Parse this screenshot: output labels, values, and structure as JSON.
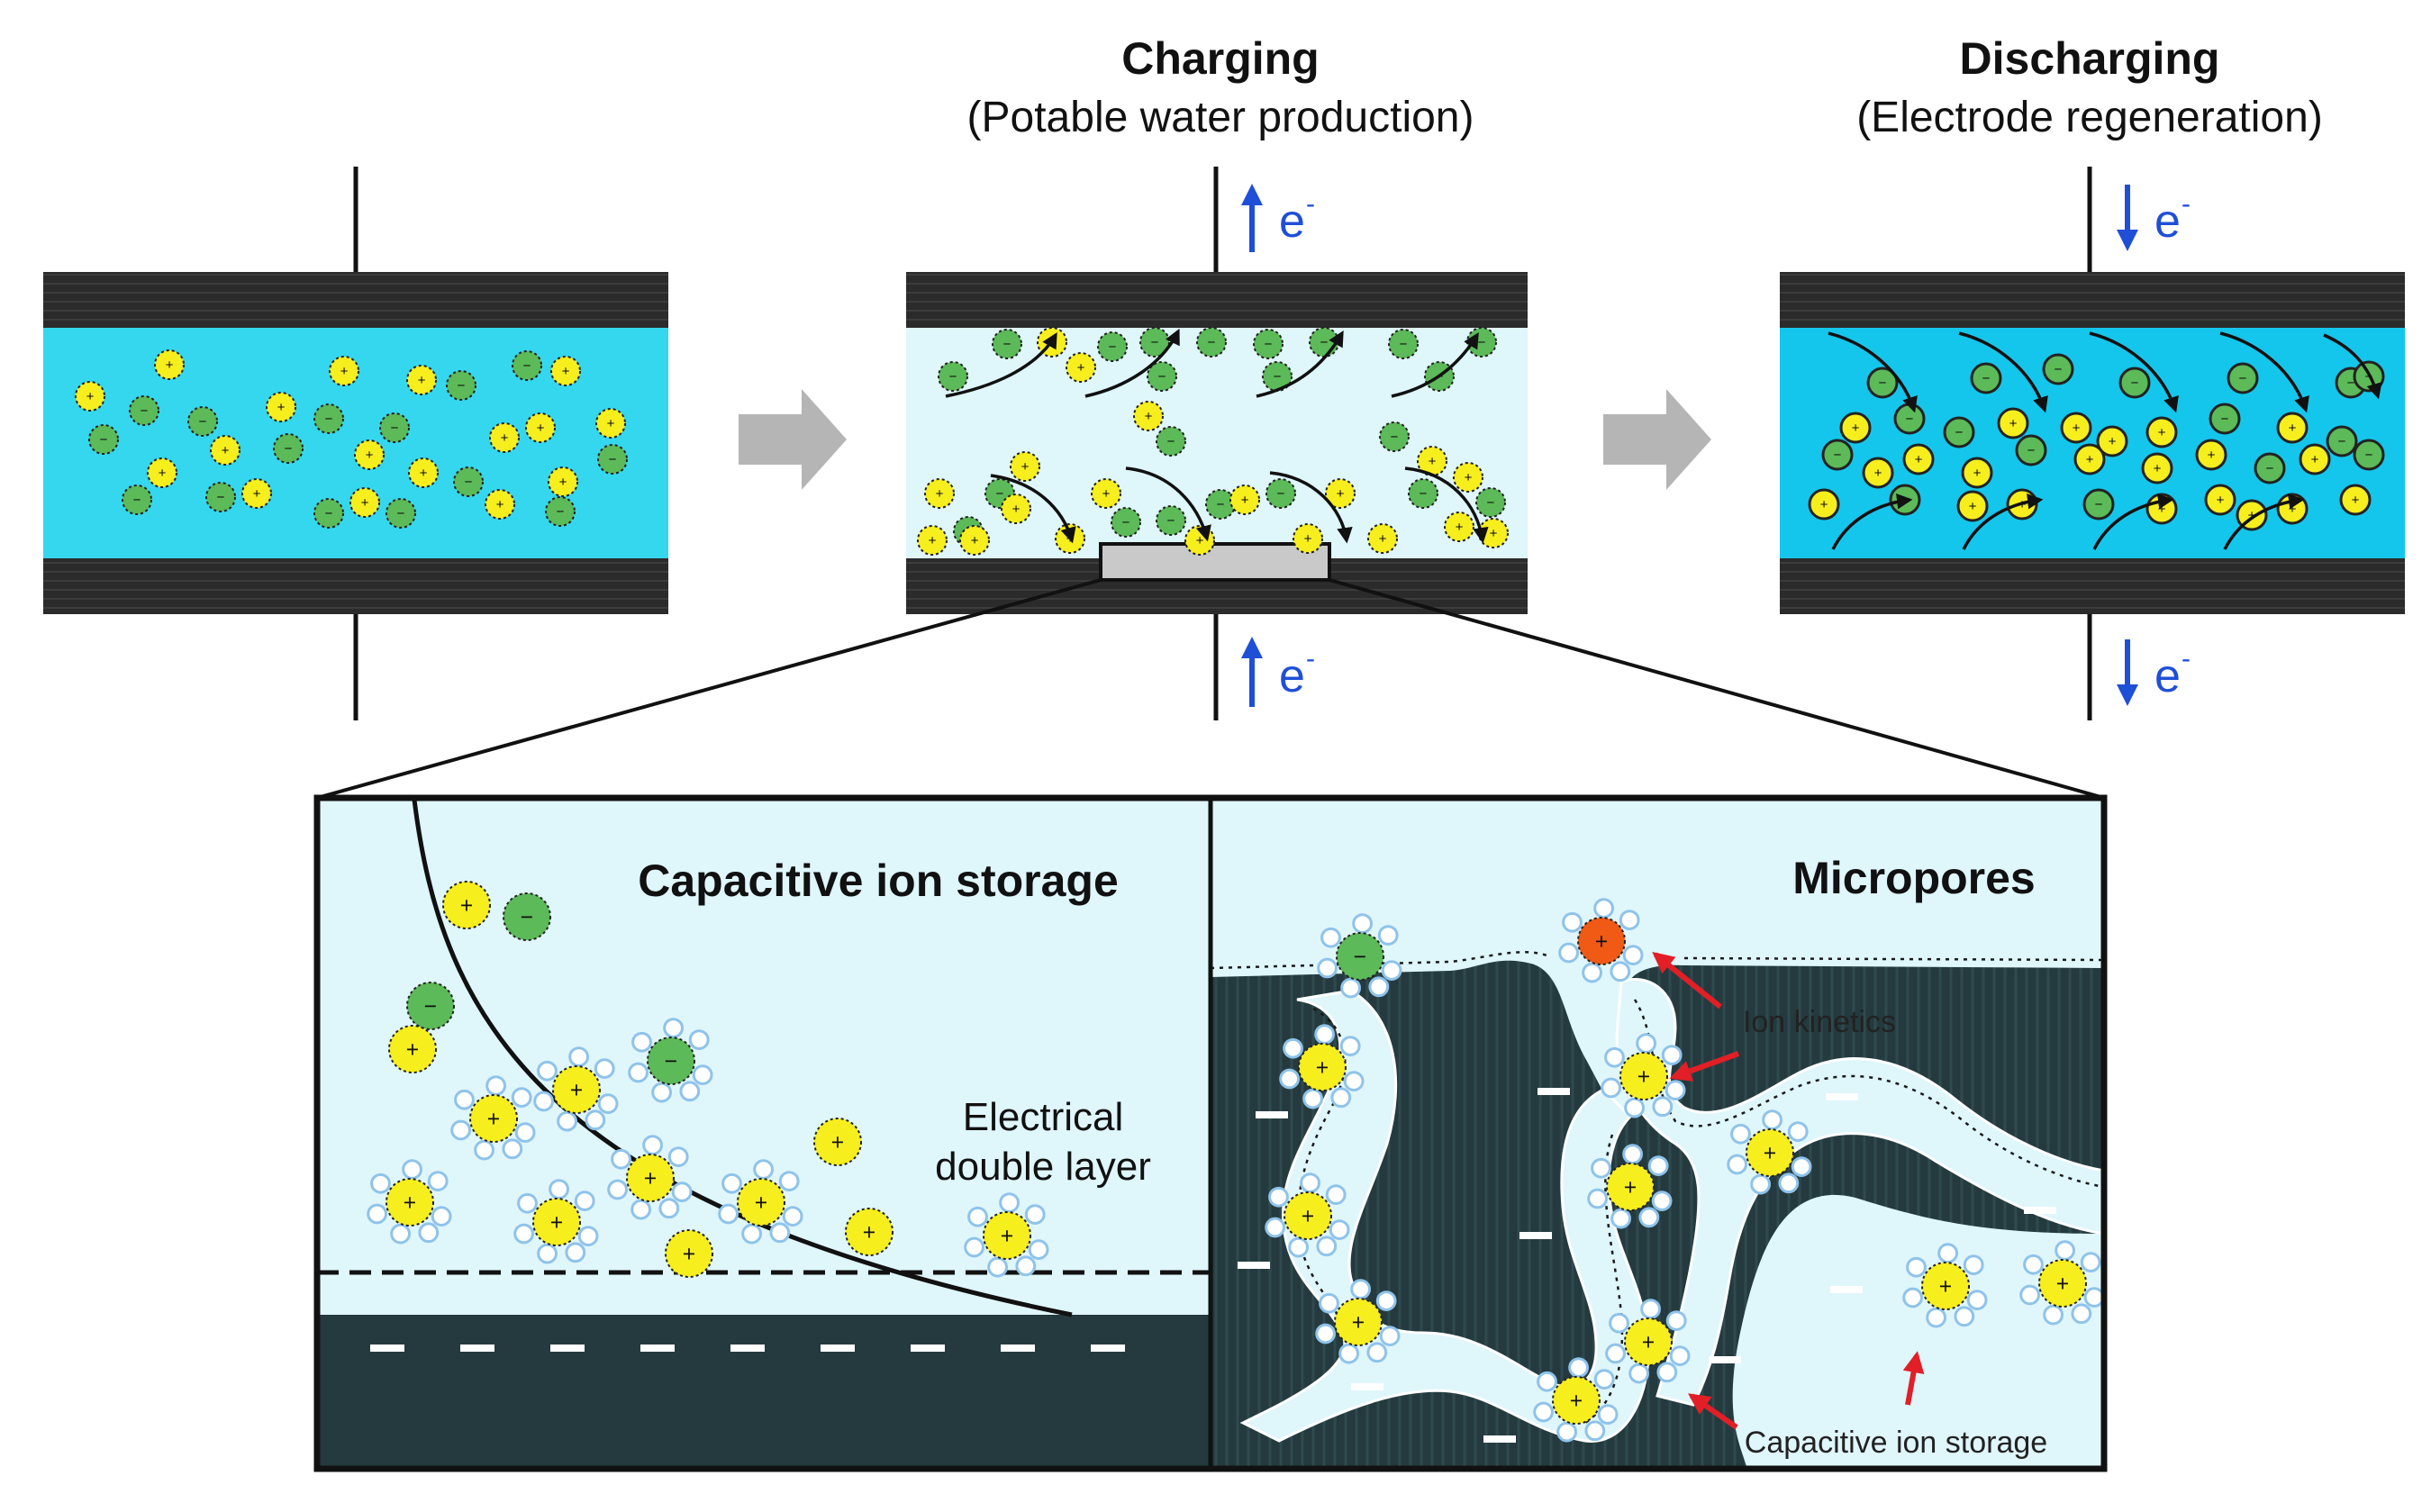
{
  "header": {
    "charging_title": "Charging",
    "charging_subtitle": "(Potable water production)",
    "discharging_title": "Discharging",
    "discharging_subtitle": "(Electrode regeneration)"
  },
  "electron": {
    "symbol": "e",
    "superscript": "-"
  },
  "signs": {
    "plus": "+",
    "minus": "−",
    "surface_minus": "−"
  },
  "inset_left": {
    "title": "Capacitive ion storage",
    "edl_line1": "Electrical",
    "edl_line2": "double layer"
  },
  "inset_right": {
    "title": "Micropores",
    "ion_kinetics": "Ion kinetics",
    "capacitive_storage": "Capacitive ion storage"
  },
  "colors": {
    "electrode": "#2e2e2e",
    "water_initial": "#35d7ee",
    "water_charging": "#dff6fb",
    "water_discharging": "#14c6ec",
    "cation": "#f7ee1d",
    "anion": "#5cba58",
    "orange_ion": "#f05a15",
    "electron_arrow": "#1f4fd6",
    "process_arrow": "#b5b5b5",
    "carbon": "#253a3e",
    "red_arrow": "#e21f26",
    "water_molecule": "#8fc3ea"
  }
}
